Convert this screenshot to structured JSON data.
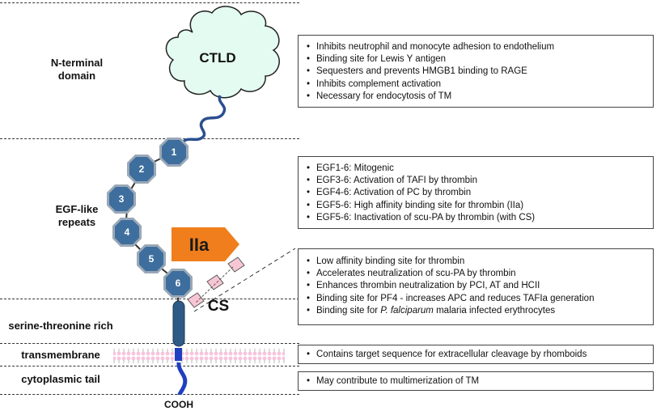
{
  "regions": {
    "nterm": "N-terminal\ndomain",
    "egf": "EGF-like\nrepeats",
    "sert": "serine-threonine rich",
    "tm": "transmembrane",
    "cyto": "cytoplasmic tail"
  },
  "molecule": {
    "ctld": "CTLD",
    "egf_numbers": [
      "1",
      "2",
      "3",
      "4",
      "5",
      "6"
    ],
    "thrombin": "IIa",
    "cs": "CS",
    "cooh": "COOH"
  },
  "boxes": {
    "nterm": [
      "Inhibits neutrophil and monocyte adhesion to endothelium",
      "Binding site for Lewis Y antigen",
      "Sequesters and prevents HMGB1 binding to RAGE",
      "Inhibits complement activation",
      "Necessary for endocytosis of TM"
    ],
    "egf": [
      "EGF1-6:  Mitogenic",
      "EGF3-6:  Activation of TAFI by thrombin",
      "EGF4-6:  Activation of PC by thrombin",
      "EGF5-6:  High affinity binding site for thrombin (IIa)",
      "EGF5-6:  Inactivation of scu-PA by thrombin (with CS)"
    ],
    "sert": [
      "Low affinity binding site for thrombin",
      "Accelerates neutralization of scu-PA by thrombin",
      "Enhances thrombin neutralization by PCI, AT and HCII",
      "Binding site for PF4 - increases APC and reduces TAFIa generation"
    ],
    "sert_last_prefix": "Binding site for ",
    "sert_last_italic": "P. falciparum",
    "sert_last_suffix": " malaria infected erythrocytes",
    "tm": [
      "Contains target sequence for extracellular cleavage by rhomboids"
    ],
    "cyto": [
      "May contribute to multimerization of TM"
    ]
  },
  "colors": {
    "cloud_fill": "#e3fbf1",
    "egf_fill": "#3d6e9e",
    "thrombin": "#f07e1c",
    "cs": "#f7c6d4",
    "membrane": "#f7c4dc",
    "tail": "#1f3fc0",
    "stalk": "#2e5b86"
  }
}
